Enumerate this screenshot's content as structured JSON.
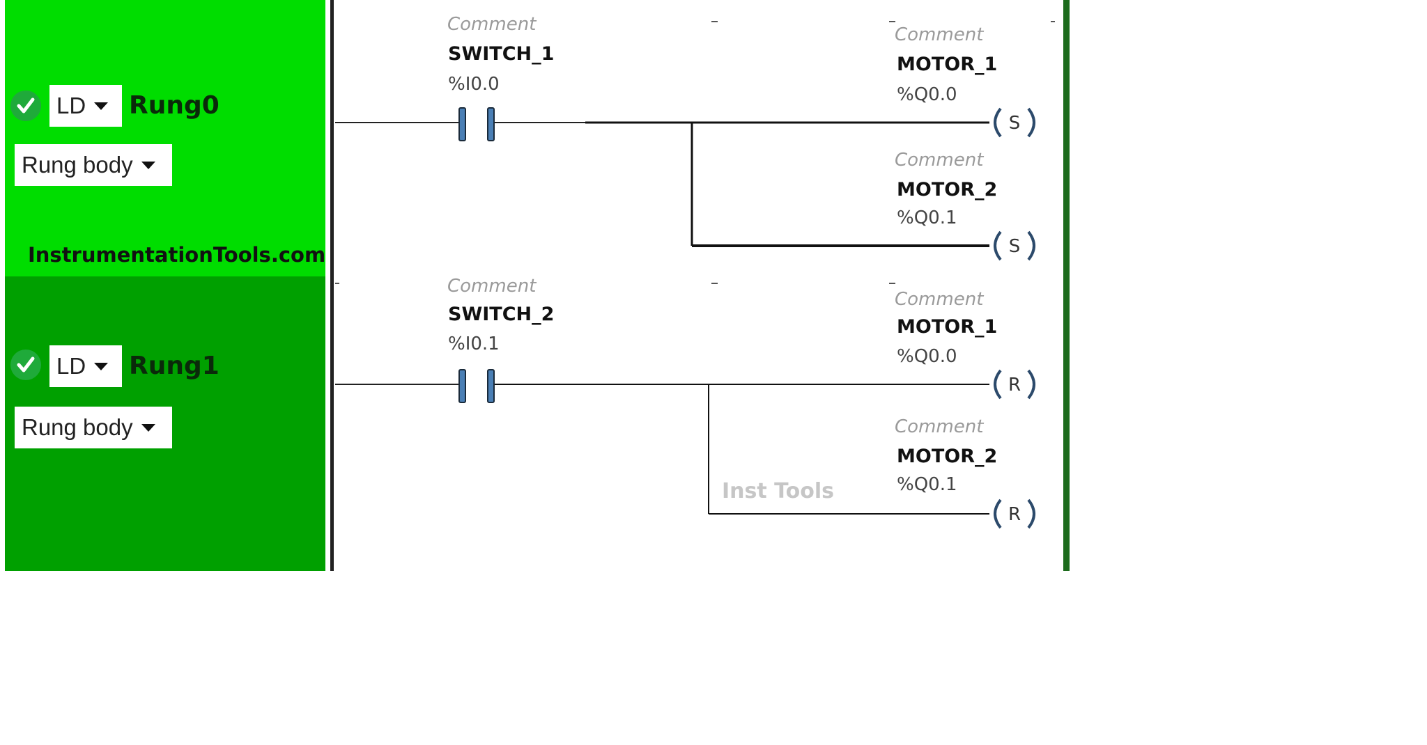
{
  "rungs": [
    {
      "language": "LD",
      "name": "Rung0",
      "section": "Rung body",
      "contact": {
        "comment": "Comment",
        "variable": "SWITCH_1",
        "address": "%I0.0"
      },
      "coils": [
        {
          "comment": "Comment",
          "variable": "MOTOR_1",
          "address": "%Q0.0",
          "type": "S"
        },
        {
          "comment": "Comment",
          "variable": "MOTOR_2",
          "address": "%Q0.1",
          "type": "S"
        }
      ]
    },
    {
      "language": "LD",
      "name": "Rung1",
      "section": "Rung body",
      "contact": {
        "comment": "Comment",
        "variable": "SWITCH_2",
        "address": "%I0.1"
      },
      "coils": [
        {
          "comment": "Comment",
          "variable": "MOTOR_1",
          "address": "%Q0.0",
          "type": "R"
        },
        {
          "comment": "Comment",
          "variable": "MOTOR_2",
          "address": "%Q0.1",
          "type": "R"
        }
      ]
    }
  ],
  "watermarks": {
    "site": "InstrumentationTools.com",
    "brand": "Inst Tools"
  },
  "icons": {
    "status": "check-circle-icon",
    "dropdown": "caret-down-icon"
  },
  "colors": {
    "rung0_bg": "#00dd00",
    "rung1_bg": "#00a000",
    "contact": "#4a7fb5"
  }
}
